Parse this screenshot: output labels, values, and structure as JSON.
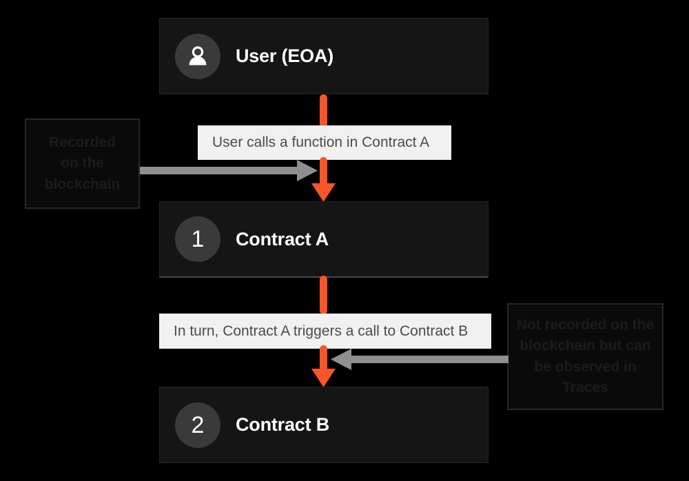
{
  "diagram": {
    "title": "Contract call flow",
    "background_color": "#000000",
    "accent_color": "#f9552a",
    "node_bg_color": "#151515",
    "label_bg_color": "#f1f1f1",
    "badge_color": "#3a3a3a",
    "gray_arrow_color": "#8f8f8f",
    "note_text_color": "#1b1b1b"
  },
  "nodes": [
    {
      "id": "user",
      "badge": "",
      "badge_icon": "user-avatar-icon",
      "title": "User (EOA)"
    },
    {
      "id": "contract-a",
      "badge": "1",
      "badge_icon": "",
      "title": "Contract A"
    },
    {
      "id": "contract-b",
      "badge": "2",
      "badge_icon": "",
      "title": "Contract B"
    }
  ],
  "messages": [
    {
      "id": "msg-1",
      "text": "User calls a function in Contract A"
    },
    {
      "id": "msg-2",
      "text": "In turn, Contract A triggers a call to Contract B"
    }
  ],
  "notes": {
    "left": {
      "lines": [
        "Recorded",
        "on the",
        "blockchain"
      ],
      "arrow_direction": "right"
    },
    "right": {
      "lines": [
        "Not recorded on the",
        "blockchain but can",
        "be observed in",
        "Traces"
      ],
      "arrow_direction": "left"
    }
  }
}
